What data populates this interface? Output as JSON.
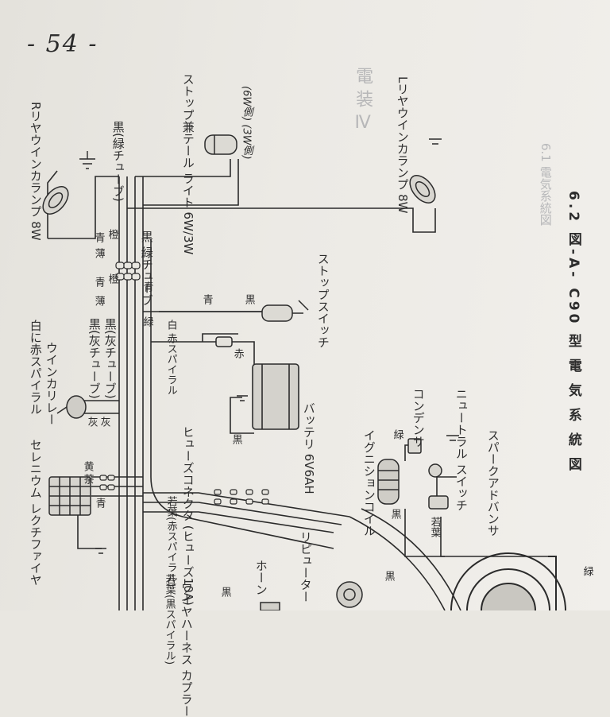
{
  "page_number": "- 54 -",
  "figure_caption": "6.2 図-A- C90 型 電 気 系 統 図",
  "labels": {
    "r_winker": "Rリヤウインカランプ 8W",
    "l_winker": "Lリヤウインカランプ 8W",
    "stop_tail": "ストップ兼テール ライト 6W/3W",
    "stop_tail_side": "(6W側) (3W側)",
    "black_green_tube_1": "黒(緑チューブ)",
    "black_green_tube_2": "黒 緑チューブ",
    "blue_1": "青",
    "light_blue_1": "薄",
    "orange_1": "橙",
    "blue_2": "青",
    "light_blue_2": "薄",
    "orange_2": "橙",
    "blue_3": "青",
    "white_red_spiral": "白に赤スパイラル",
    "winker_relay": "ウインカリレー",
    "black_grey_tube_1": "黒(灰チューブ)",
    "black_grey_tube_2": "黒(灰チューブ)",
    "grey_1": "灰",
    "grey_2": "灰",
    "white_red_spiral_2": "白 赤スパイラル",
    "green": "緑",
    "blue_4": "青",
    "black_1": "黒",
    "stop_switch": "ストップスイッチ",
    "red": "赤",
    "fuse_connector": "ヒューズコネクタ (ヒューズ10A)",
    "black_2": "黒",
    "battery": "バッテリ 6V6AH",
    "selenium_rectifier": "セレニウム レクチファイヤ",
    "yellow": "黄",
    "brown": "茶",
    "blue_5": "青",
    "ignition_coil": "イグニションコイル",
    "green_2": "緑",
    "condenser": "コンデンサ",
    "neutral_switch": "ニュートラル スイッチ",
    "black_3": "黒",
    "spark_advancer": "スパークアドバンサ",
    "young_leaf_red_spiral": "若葉(赤スパイラル)",
    "young_leaf_red_spiral_2": "若葉",
    "young_leaf_black_spiral": "若葉(黒スパイラル)",
    "wire_harness": "ワイヤハーネス カプラー",
    "horn": "ホーン",
    "repeater": "リピューター",
    "black_4": "黒",
    "black_5": "黒",
    "green_3": "緑"
  },
  "bleed_through": {
    "heading": "電 装 Ⅳ",
    "section": "6.1 電気系統図"
  },
  "colors": {
    "ink": "#2a2a2a",
    "paper": "#ebe9e4"
  }
}
